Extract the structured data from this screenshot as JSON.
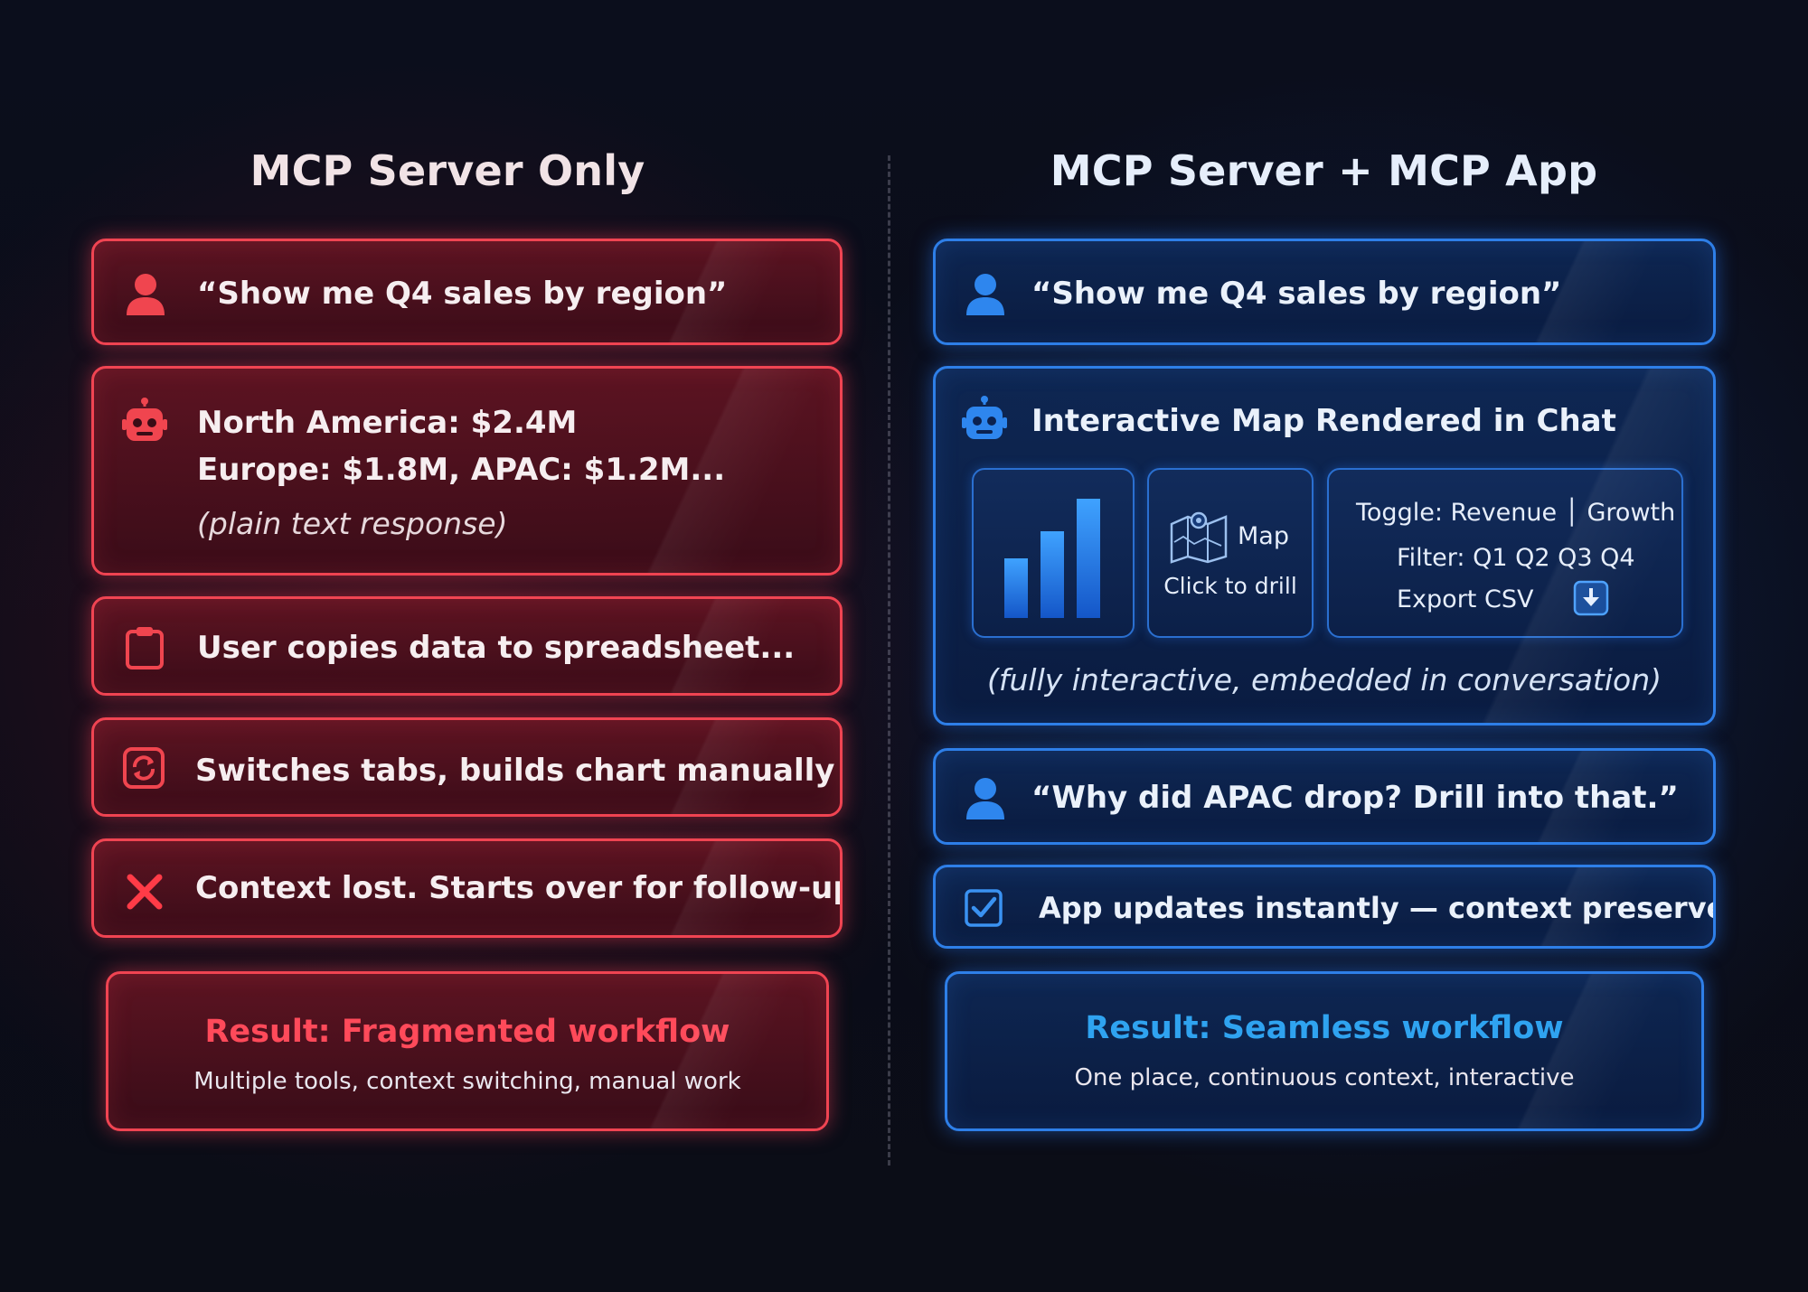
{
  "left": {
    "title": "MCP Server Only",
    "user_prompt": "“Show me Q4 sales by region”",
    "bot_line1": "North America: $2.4M",
    "bot_line2": "Europe: $1.8M, APAC: $1.2M...",
    "bot_note": "(plain text response)",
    "copy_step": "User copies data to spreadsheet...",
    "switch_step": "Switches tabs, builds chart manually",
    "lost_step": "Context lost. Starts over for follow-up.",
    "result_title": "Result: Fragmented workflow",
    "result_sub": "Multiple tools, context switching, manual work"
  },
  "right": {
    "title": "MCP Server + MCP App",
    "user_prompt": "“Show me Q4 sales by region”",
    "app_title": "Interactive Map Rendered in Chat",
    "map_label": "Map",
    "map_hint": "Click to drill",
    "toggle_text": "Toggle: Revenue │ Growth",
    "filter_text": "Filter: Q1 Q2 Q3 Q4",
    "export_text": "Export CSV",
    "app_note": "(fully interactive, embedded in conversation)",
    "followup_prompt": "“Why did APAC drop? Drill into that.”",
    "update_text": "App updates instantly — context preserved",
    "result_title": "Result: Seamless workflow",
    "result_sub": "One place, continuous context, interactive"
  },
  "colors": {
    "red_accent": "#f04452",
    "red_result": "#ff4a5a",
    "blue_accent": "#2e7fe8",
    "blue_result": "#2fa3f0"
  },
  "icons": {
    "user": "user-icon",
    "bot": "robot-icon",
    "clipboard": "clipboard-icon",
    "refresh": "refresh-icon",
    "error": "x-icon",
    "check": "checkbox-icon",
    "map": "map-icon",
    "download": "download-icon",
    "chart": "bar-chart-icon"
  }
}
